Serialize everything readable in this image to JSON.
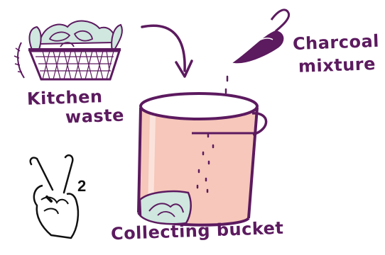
{
  "labels": {
    "kitchen_waste_line1": "Kitchen",
    "kitchen_waste_line2": "waste",
    "charcoal_line1": "Charcoal",
    "charcoal_line2": "mixture",
    "collecting_bucket": "Collecting bucket"
  },
  "step_number": "2",
  "colors": {
    "ink": "#5c1a5f",
    "bucket_fill": "#f6c7ba",
    "leaf_green": "#cfe7df",
    "dark_ink": "#111111"
  },
  "icons": [
    "basket-icon",
    "arrow-down-icon",
    "scoop-icon",
    "bucket-icon",
    "peace-hand-icon"
  ]
}
